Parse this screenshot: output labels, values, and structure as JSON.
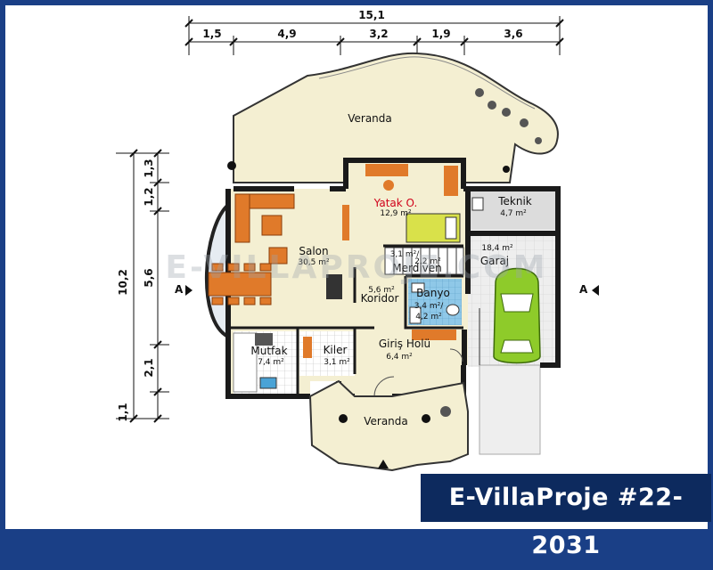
{
  "badge": "E-VillaProje #22-2031",
  "watermark": "E-VILLAPROJE.COM",
  "dimensions": {
    "total_width": "15,1",
    "top": [
      "1,5",
      "4,9",
      "3,2",
      "1,9",
      "3,6"
    ],
    "total_height": "10,2",
    "left": [
      "1,3",
      "1,2",
      "5,6",
      "2,1",
      "1,1"
    ]
  },
  "section_marks": [
    "A",
    "A"
  ],
  "rooms": {
    "veranda_top": "Veranda",
    "bedroom": {
      "name": "Yatak O.",
      "area": "12,9 m²"
    },
    "technical": {
      "name": "Teknik",
      "area": "4,7 m²"
    },
    "living": {
      "name": "Salon",
      "area": "30,5 m²"
    },
    "stairs": {
      "area1": "3,1 m²/",
      "area2": "2,2 m²",
      "name": "Merdiven"
    },
    "garage": {
      "area": "18,4 m²",
      "name": "Garaj"
    },
    "corridor": {
      "area": "5,6 m²",
      "name": "Koridor"
    },
    "bath": {
      "name": "Banyo",
      "area1": "3,4 m²/",
      "area2": "4,2 m²"
    },
    "kitchen": {
      "name": "Mutfak",
      "area": "7,4 m²"
    },
    "pantry": {
      "name": "Kiler",
      "area": "3,1 m²"
    },
    "entry": {
      "name": "Giriş Holü",
      "area": "6,4 m²"
    },
    "veranda_bottom": "Veranda"
  },
  "colors": {
    "frame": "#1a3f86",
    "badge_bg": "#0d2a5e",
    "wall": "#1a1a1a",
    "floor": "#f4efd2",
    "furniture": "#e07a2a",
    "car": "#8ecb2a",
    "bedroom_label": "#d0021b",
    "bath_tile": "#8fc8e8"
  }
}
